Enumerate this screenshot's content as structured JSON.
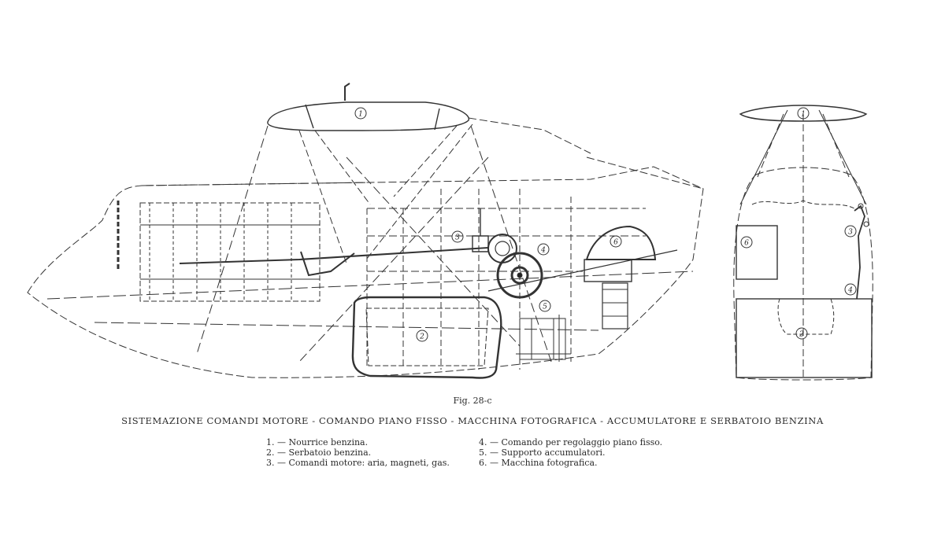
{
  "figure": {
    "fig_label": "Fig. 28-c",
    "title": "SISTEMAZIONE COMANDI MOTORE - COMANDO PIANO FISSO - MACCHINA FOTOGRAFICA - ACCUMULATORE E SERBATOIO BENZINA"
  },
  "legend": {
    "left": [
      {
        "text": "1. — Nourrice benzina."
      },
      {
        "text": "2. — Serbatoio benzina."
      },
      {
        "text": "3. — Comandi motore: aria, magneti, gas."
      }
    ],
    "right": [
      {
        "text": "4. — Comando per regolaggio piano fisso."
      },
      {
        "text": "5. — Supporto accumulatori."
      },
      {
        "text": "6. — Macchina fotografica."
      }
    ]
  },
  "side_view_markers": [
    "1",
    "2",
    "3",
    "4",
    "5",
    "6"
  ],
  "front_view_markers": [
    "1",
    "2",
    "3",
    "4",
    "6"
  ]
}
